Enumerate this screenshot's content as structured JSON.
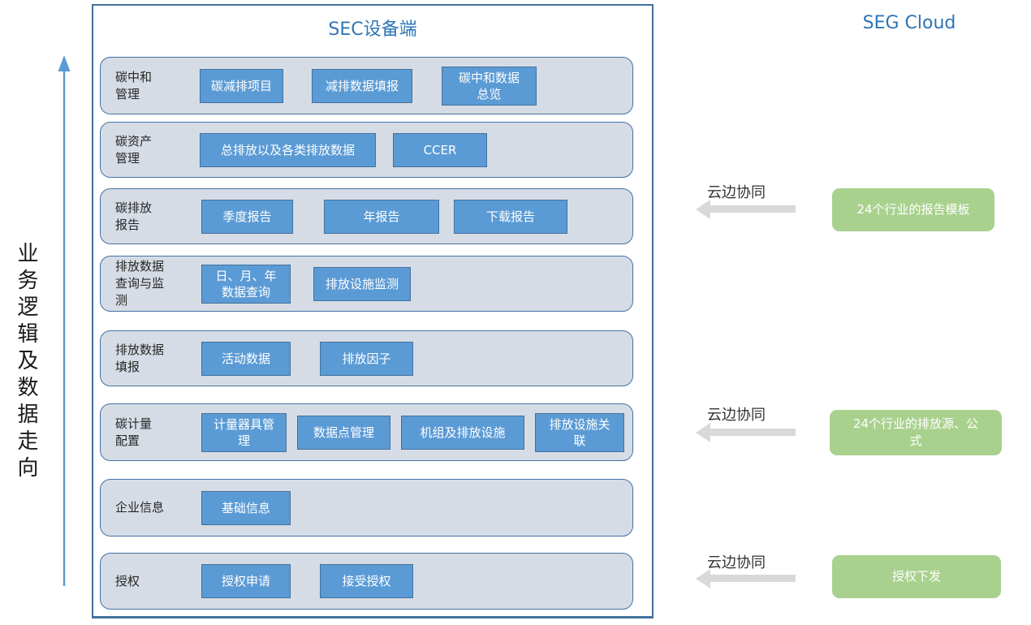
{
  "left_panel": {
    "flow_label": "业务逻辑及数据走向"
  },
  "device_panel": {
    "title": "SEC设备端",
    "rows": [
      {
        "label": "碳中和\n管理",
        "buttons": [
          "碳减排项目",
          "减排数据填报",
          "碳中和数据\n总览"
        ]
      },
      {
        "label": "碳资产\n管理",
        "buttons": [
          "总排放以及各类排放数据",
          "CCER"
        ]
      },
      {
        "label": "碳排放\n报告",
        "buttons": [
          "季度报告",
          "年报告",
          "下载报告"
        ]
      },
      {
        "label": "排放数据\n查询与监\n测",
        "buttons": [
          "日、月、年\n数据查询",
          "排放设施监测"
        ]
      },
      {
        "label": "排放数据\n填报",
        "buttons": [
          "活动数据",
          "排放因子"
        ]
      },
      {
        "label": "碳计量\n配置",
        "buttons": [
          "计量器具管\n理",
          "数据点管理",
          "机组及排放设施",
          "排放设施关\n联"
        ]
      },
      {
        "label": "企业信息",
        "buttons": [
          "基础信息"
        ]
      },
      {
        "label": "授权",
        "buttons": [
          "授权申请",
          "接受授权"
        ]
      }
    ]
  },
  "cloud_panel": {
    "title": "SEG Cloud",
    "sync_groups": [
      {
        "label": "云边协同",
        "box": "24个行业的报告模板"
      },
      {
        "label": "云边协同",
        "box": "24个行业的排放源、公\n式"
      },
      {
        "label": "云边协同",
        "box": "授权下发"
      }
    ]
  },
  "colors": {
    "button_fill": "#5B9BD5",
    "button_border": "#41719C",
    "row_fill": "#D6DCE5",
    "row_border": "#4472A4",
    "outer_border": "#41719C",
    "cloud_green": "#A9D18E",
    "sync_arrow_gray": "#D9D9D9",
    "title_blue": "#2E75B6",
    "flow_arrow_blue": "#5B9BD5"
  }
}
